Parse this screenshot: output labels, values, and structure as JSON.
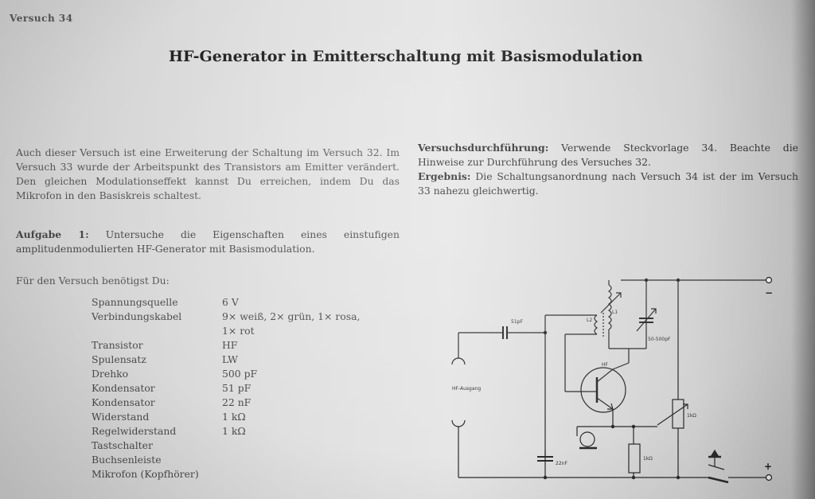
{
  "header": "Versuch 34",
  "title": "HF-Generator in Emitterschaltung mit Basismodulation",
  "intro": "Auch dieser Versuch ist eine Erweiterung der Schaltung im Versuch 32. Im Versuch 33 wurde der Arbeitspunkt des Transistors am Emitter verändert. Den gleichen Modulationseffekt kannst Du erreichen, indem Du das Mikrofon in den Basiskreis schaltest.",
  "task": {
    "label": "Aufgabe 1:",
    "text": " Untersuche die Eigenschaften eines einstufigen amplitudenmodulierten HF-Generator mit Basismodulation."
  },
  "procedure": {
    "label": "Versuchsdurchführung:",
    "text": " Verwende Steckvorlage 34. Beachte die Hinweise zur Durchführung des Versuches 32."
  },
  "result": {
    "label": "Ergebnis:",
    "text": " Die Schaltungsanordnung nach Versuch 34 ist der im Versuch 33 nahezu gleichwertig."
  },
  "materials_heading": "Für den Versuch benötigst Du:",
  "materials": [
    {
      "item": "Spannungsquelle",
      "value": "6 V"
    },
    {
      "item": "Verbindungskabel",
      "value": "9× weiß, 2× grün, 1× rosa,"
    },
    {
      "item": "",
      "value": "1× rot"
    },
    {
      "item": "Transistor",
      "value": "HF"
    },
    {
      "item": "Spulensatz",
      "value": "LW"
    },
    {
      "item": "Drehko",
      "value": "500 pF"
    },
    {
      "item": "Kondensator",
      "value": "51  pF"
    },
    {
      "item": "Kondensator",
      "value": "22  nF"
    },
    {
      "item": "Widerstand",
      "value": "1   kΩ"
    },
    {
      "item": "Regelwiderstand",
      "value": "1   kΩ"
    },
    {
      "item": "Tastschalter",
      "value": ""
    },
    {
      "item": "Buchsenleiste",
      "value": ""
    },
    {
      "item": "Mikrofon (Kopfhörer)",
      "value": ""
    }
  ],
  "circuit": {
    "cap_51": "51pF",
    "cap_var": "50-500pF",
    "transistor": "HF",
    "output": "HF-Ausgang",
    "res_var": "1kΩ",
    "res_fixed": "1kΩ",
    "cap_22": "22nF",
    "coil_l1": "L1",
    "coil_l2": "L2",
    "minus": "−",
    "plus": "+"
  }
}
